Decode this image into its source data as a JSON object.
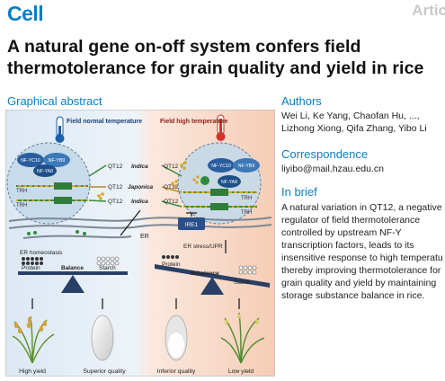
{
  "header": {
    "journal": "Cell",
    "watermark": "Artic"
  },
  "title": "A natural gene on-off system confers field thermotolerance for grain quality and yield in rice",
  "graphical_abstract": {
    "heading": "Graphical abstract",
    "left_panel": "Field normal temperature",
    "right_panel": "Field high temperature",
    "nf_left": [
      "NF-YC10",
      "NF-YB9",
      "NF-YA8"
    ],
    "nf_right": [
      "NF-YC10",
      "NF-YB9",
      "NF-YA8"
    ],
    "trh_left": "TRH",
    "trh_right": "TRH",
    "rows": [
      {
        "left": "QT12",
        "mid": "Indica",
        "right": "QT12"
      },
      {
        "left": "QT12",
        "mid": "Japonica",
        "right": "QT12"
      },
      {
        "left": "QT12",
        "mid": "Indica",
        "right": "QT12"
      }
    ],
    "er": "ER",
    "ire1": "IRE1",
    "er_homeostasis": "ER homeostasis",
    "er_stress": "ER stress/UPR",
    "protein": "Protein",
    "balance": "Balance",
    "starch": "Starch",
    "imbalance": "Imbalance",
    "outcomes": [
      "High yield",
      "Superior quality",
      "Inferior quality",
      "Low yield"
    ],
    "colors": {
      "cool": "#d9e6f3",
      "warm": "#f6d2bd",
      "accent": "#0a7ec2"
    }
  },
  "authors": {
    "heading": "Authors",
    "text": "Wei Li, Ke Yang, Chaofan Hu, ...,\nLizhong Xiong, Qifa Zhang, Yibo Li"
  },
  "correspondence": {
    "heading": "Correspondence",
    "email": "liyibo@mail.hzau.edu.cn"
  },
  "in_brief": {
    "heading": "In brief",
    "text": "A natural variation in QT12, a negative\nregulator of field thermotolerance\ncontrolled by upstream NF-Y\ntranscription factors, leads to its\ninsensitive response to high temperatu\nthereby improving thermotolerance for\ngrain quality and yield by maintaining\nstorage substance balance in rice."
  }
}
